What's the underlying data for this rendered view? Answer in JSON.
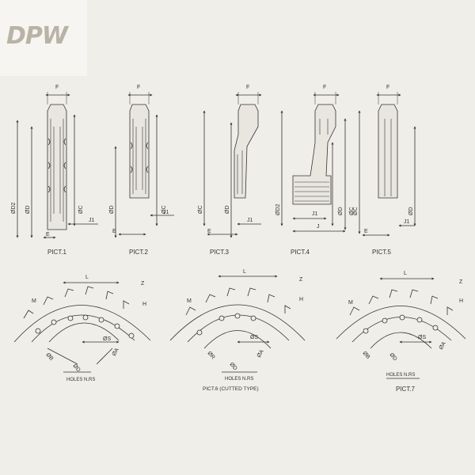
{
  "logo": {
    "text": "DPW"
  },
  "pictures": {
    "p1": {
      "caption": "PICT.1",
      "dims": [
        "F",
        "ØD2",
        "ØD",
        "ØC",
        "J1",
        "E"
      ]
    },
    "p2": {
      "caption": "PICT.2",
      "dims": [
        "F",
        "ØD",
        "ØC",
        "J1",
        "E"
      ]
    },
    "p3": {
      "caption": "PICT.3",
      "dims": [
        "F",
        "ØC",
        "ØD",
        "J1",
        "E"
      ]
    },
    "p4": {
      "caption": "PICT.4",
      "dims": [
        "F",
        "ØD2",
        "J1",
        "ØD",
        "ØC",
        "J"
      ]
    },
    "p5": {
      "caption": "PICT.5",
      "dims": [
        "F",
        "ØC",
        "J1",
        "ØD",
        "E"
      ]
    }
  },
  "segments": {
    "s1": {
      "caption": "",
      "holes": "HOLES N.RS",
      "dims": [
        "L",
        "Z",
        "H",
        "M",
        "ØS",
        "ØA",
        "ØD",
        "ØB"
      ]
    },
    "s2": {
      "caption": "PICT.6 (CUTTED TYPE)",
      "holes": "HOLES N.RS",
      "dims": [
        "L",
        "Z",
        "H",
        "M",
        "ØS",
        "ØA",
        "ØD",
        "ØR"
      ]
    },
    "s3": {
      "caption": "PICT.7",
      "holes": "HOLES N.RS",
      "dims": [
        "L",
        "Z",
        "H",
        "M",
        "ØS",
        "ØA",
        "ØD",
        "ØB"
      ]
    }
  }
}
